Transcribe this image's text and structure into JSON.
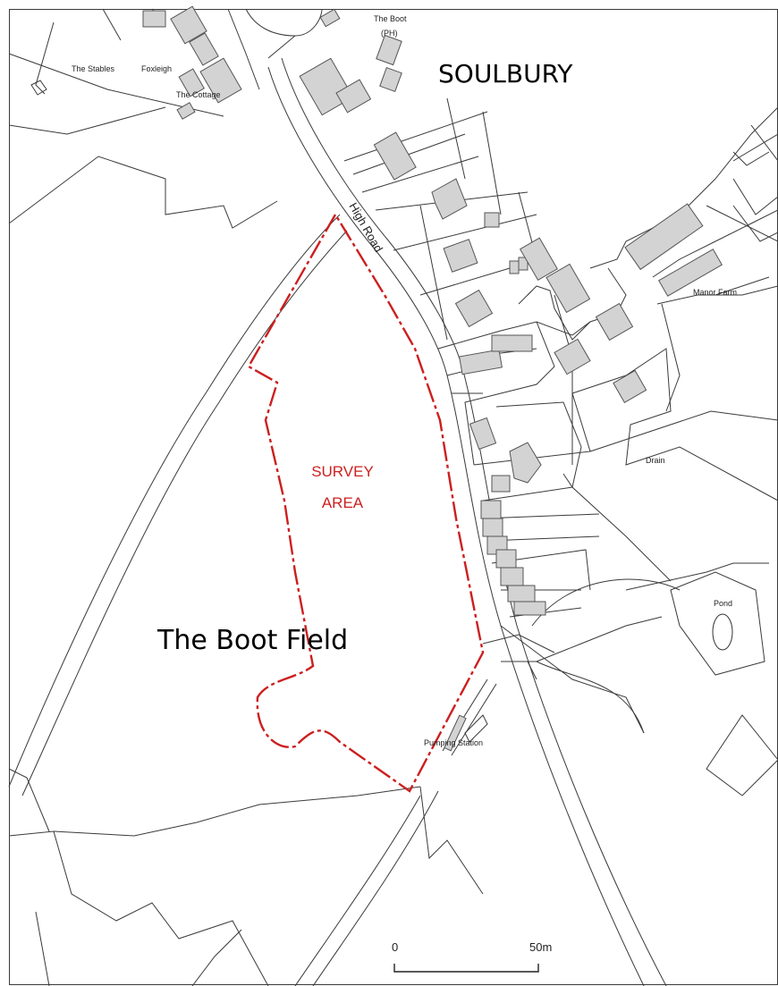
{
  "map": {
    "village_label": "SOULBURY",
    "field_label": "The  Boot  Field",
    "survey_area": {
      "line1": "SURVEY",
      "line2": "AREA"
    },
    "road_label": "High Road",
    "place_labels": {
      "the_boot": "The Boot",
      "ph": "(PH)",
      "the_stables": "The Stables",
      "foxleigh": "Foxleigh",
      "the_cottage": "The Cottage",
      "manor_farm": "Manor Farm",
      "drain": "Drain",
      "pond": "Pond",
      "pumping_station": "Pumping Station"
    },
    "scale_bar": {
      "start_label": "0",
      "end_label": "50m",
      "length_m": 50
    }
  },
  "colors": {
    "survey_boundary": "#cc1f1f",
    "building_fill": "#d3d3d3",
    "line": "#3a3a3a"
  }
}
